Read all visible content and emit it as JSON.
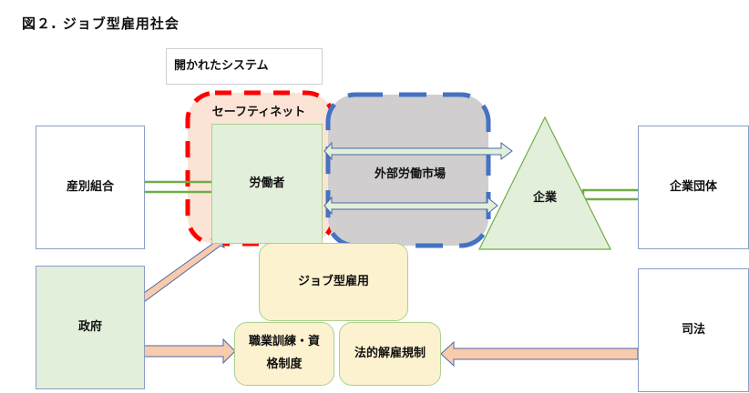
{
  "title": "図２. ジョブ型雇用社会",
  "open_system": "開かれたシステム",
  "safety_net": "セーフティネット",
  "worker": "労働者",
  "external_market": "外部労働市場",
  "company": "企業",
  "industrial_union": "産別組合",
  "employers_group": "企業団体",
  "government": "政府",
  "judiciary": "司法",
  "job_employment": "ジョブ型雇用",
  "training": "職業訓練・資格制度",
  "dismissal": "法的解雇規制",
  "colors": {
    "safety_net_border": "#ff0000",
    "safety_net_fill": "#fbe3d6",
    "market_border": "#4472c4",
    "market_fill": "#d0cece",
    "green_fill": "#e2efda",
    "green_border": "#70ad47",
    "yellow_fill": "#fdf2cf",
    "arrow_orange": "#f8cbad"
  }
}
